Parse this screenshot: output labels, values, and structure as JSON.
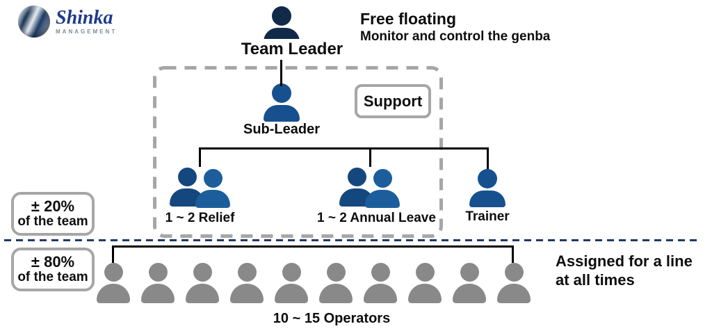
{
  "logo": {
    "name": "Shinka",
    "subtitle": "MANAGEMENT"
  },
  "header": {
    "title": "Free floating",
    "subtitle": "Monitor and control the genba"
  },
  "org": {
    "team_leader_label": "Team Leader",
    "sub_leader_label": "Sub-Leader",
    "support_label": "Support",
    "relief_label": "1 ~ 2 Relief",
    "annual_leave_label": "1 ~ 2 Annual Leave",
    "trainer_label": "Trainer"
  },
  "badges": {
    "support_percent": "± 20%",
    "support_caption": "of the team",
    "line_percent": "± 80%",
    "line_caption": "of the team"
  },
  "operators": {
    "count": 10,
    "caption": "10 ~ 15 Operators",
    "note_line1": "Assigned for a line",
    "note_line2": "at all times"
  },
  "colors": {
    "team_leader": "#112a4a",
    "single_role": "#17508f",
    "pair_back": "#14477e",
    "pair_front": "#1b5e9b",
    "operator": "#898989",
    "box_dash": "#a6a6a6",
    "divider": "#1f3864",
    "logo_text": "#1e3c8c"
  }
}
